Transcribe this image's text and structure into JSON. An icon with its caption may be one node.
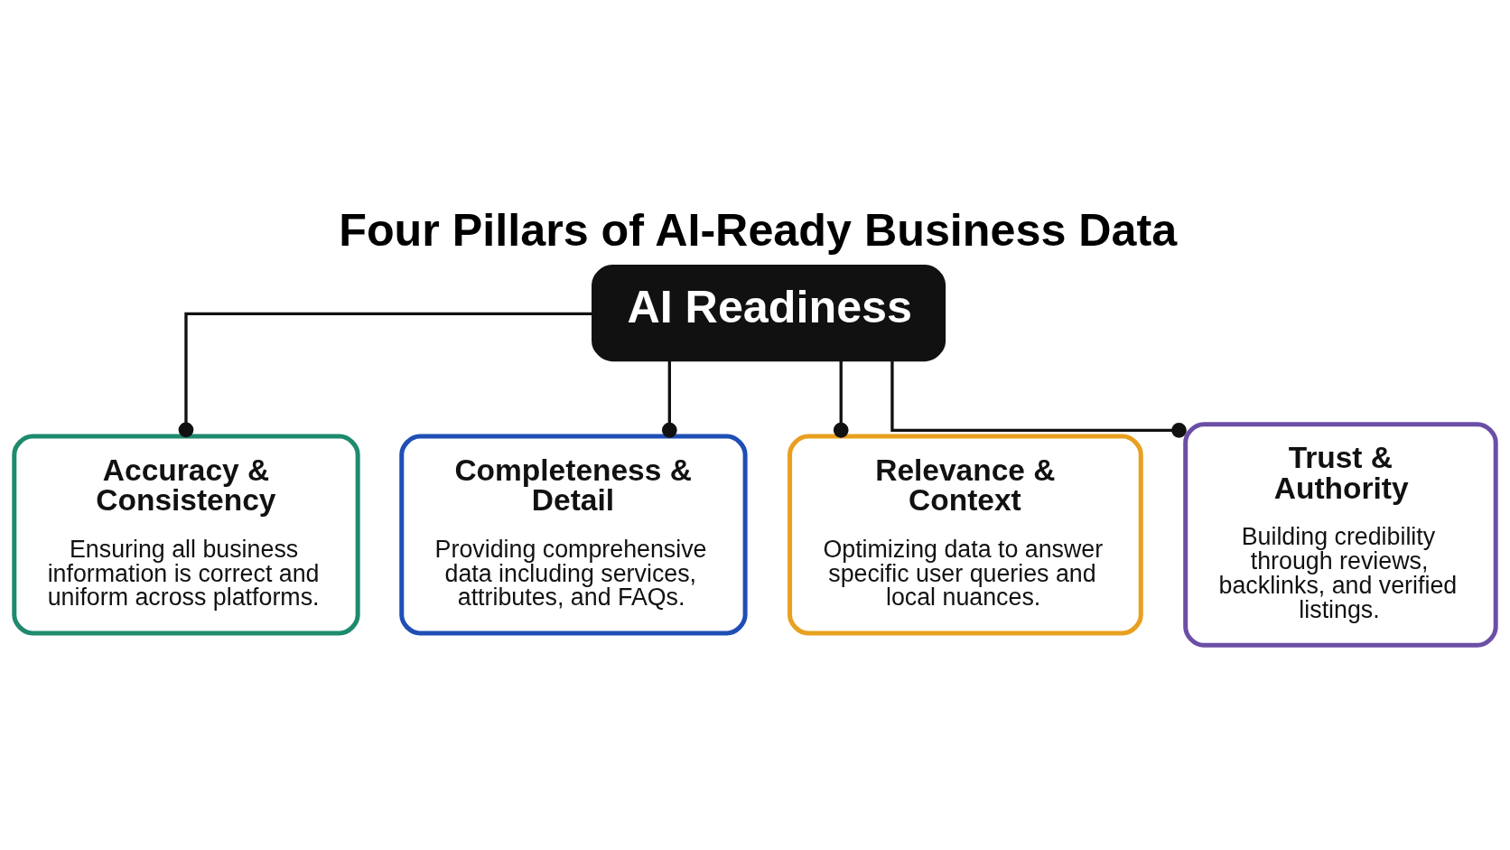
{
  "diagram": {
    "title": "Four Pillars of AI-Ready Business Data",
    "nodes": [
      {
        "text": [
          "AI Readiness"
        ]
      },
      {
        "text": [
          "Accuracy & Consistency",
          "Ensuring all business information is correct and uniform across platforms."
        ]
      },
      {
        "text": [
          "Completeness & Detail",
          "Providing comprehensive data including services, attributes, and FAQs."
        ]
      },
      {
        "text": [
          "Relevance & Context",
          "Optimizing data to answer specific user queries and local nuances."
        ]
      },
      {
        "text": [
          "Trust & Authority",
          "Building credibility through reviews, backlinks, and verified listings."
        ]
      }
    ],
    "edges": [
      {
        "from": 0,
        "to": 1,
        "arrow": "other"
      },
      {
        "from": 0,
        "to": 2,
        "arrow": "other"
      },
      {
        "from": 0,
        "to": 3,
        "arrow": "other"
      },
      {
        "from": 0,
        "to": 4,
        "arrow": "other"
      }
    ]
  }
}
